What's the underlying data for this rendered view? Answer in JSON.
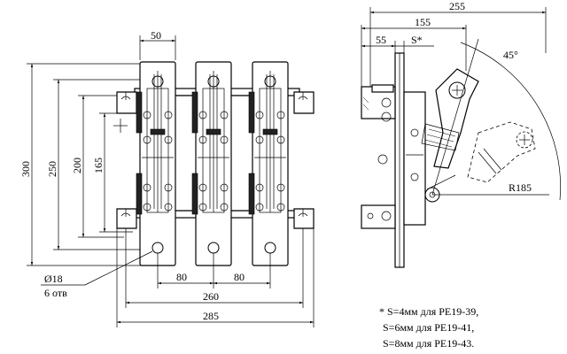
{
  "front_view": {
    "dim_top": "50",
    "dim_height_300": "300",
    "dim_height_250": "250",
    "dim_height_200": "200",
    "dim_height_165": "165",
    "dim_pitch_left": "80",
    "dim_pitch_right": "80",
    "dim_width_260": "260",
    "dim_width_285": "285",
    "hole_diameter": "Ø18",
    "hole_count": "6 отв"
  },
  "side_view": {
    "dim_width_255": "255",
    "dim_width_155": "155",
    "dim_width_55": "55",
    "dim_s": "S*",
    "dim_angle": "45°",
    "dim_radius": "R185"
  },
  "notes": [
    "* S=4мм для РЕ19-39,",
    "S=6мм для РЕ19-41,",
    "S=8мм для РЕ19-43."
  ]
}
